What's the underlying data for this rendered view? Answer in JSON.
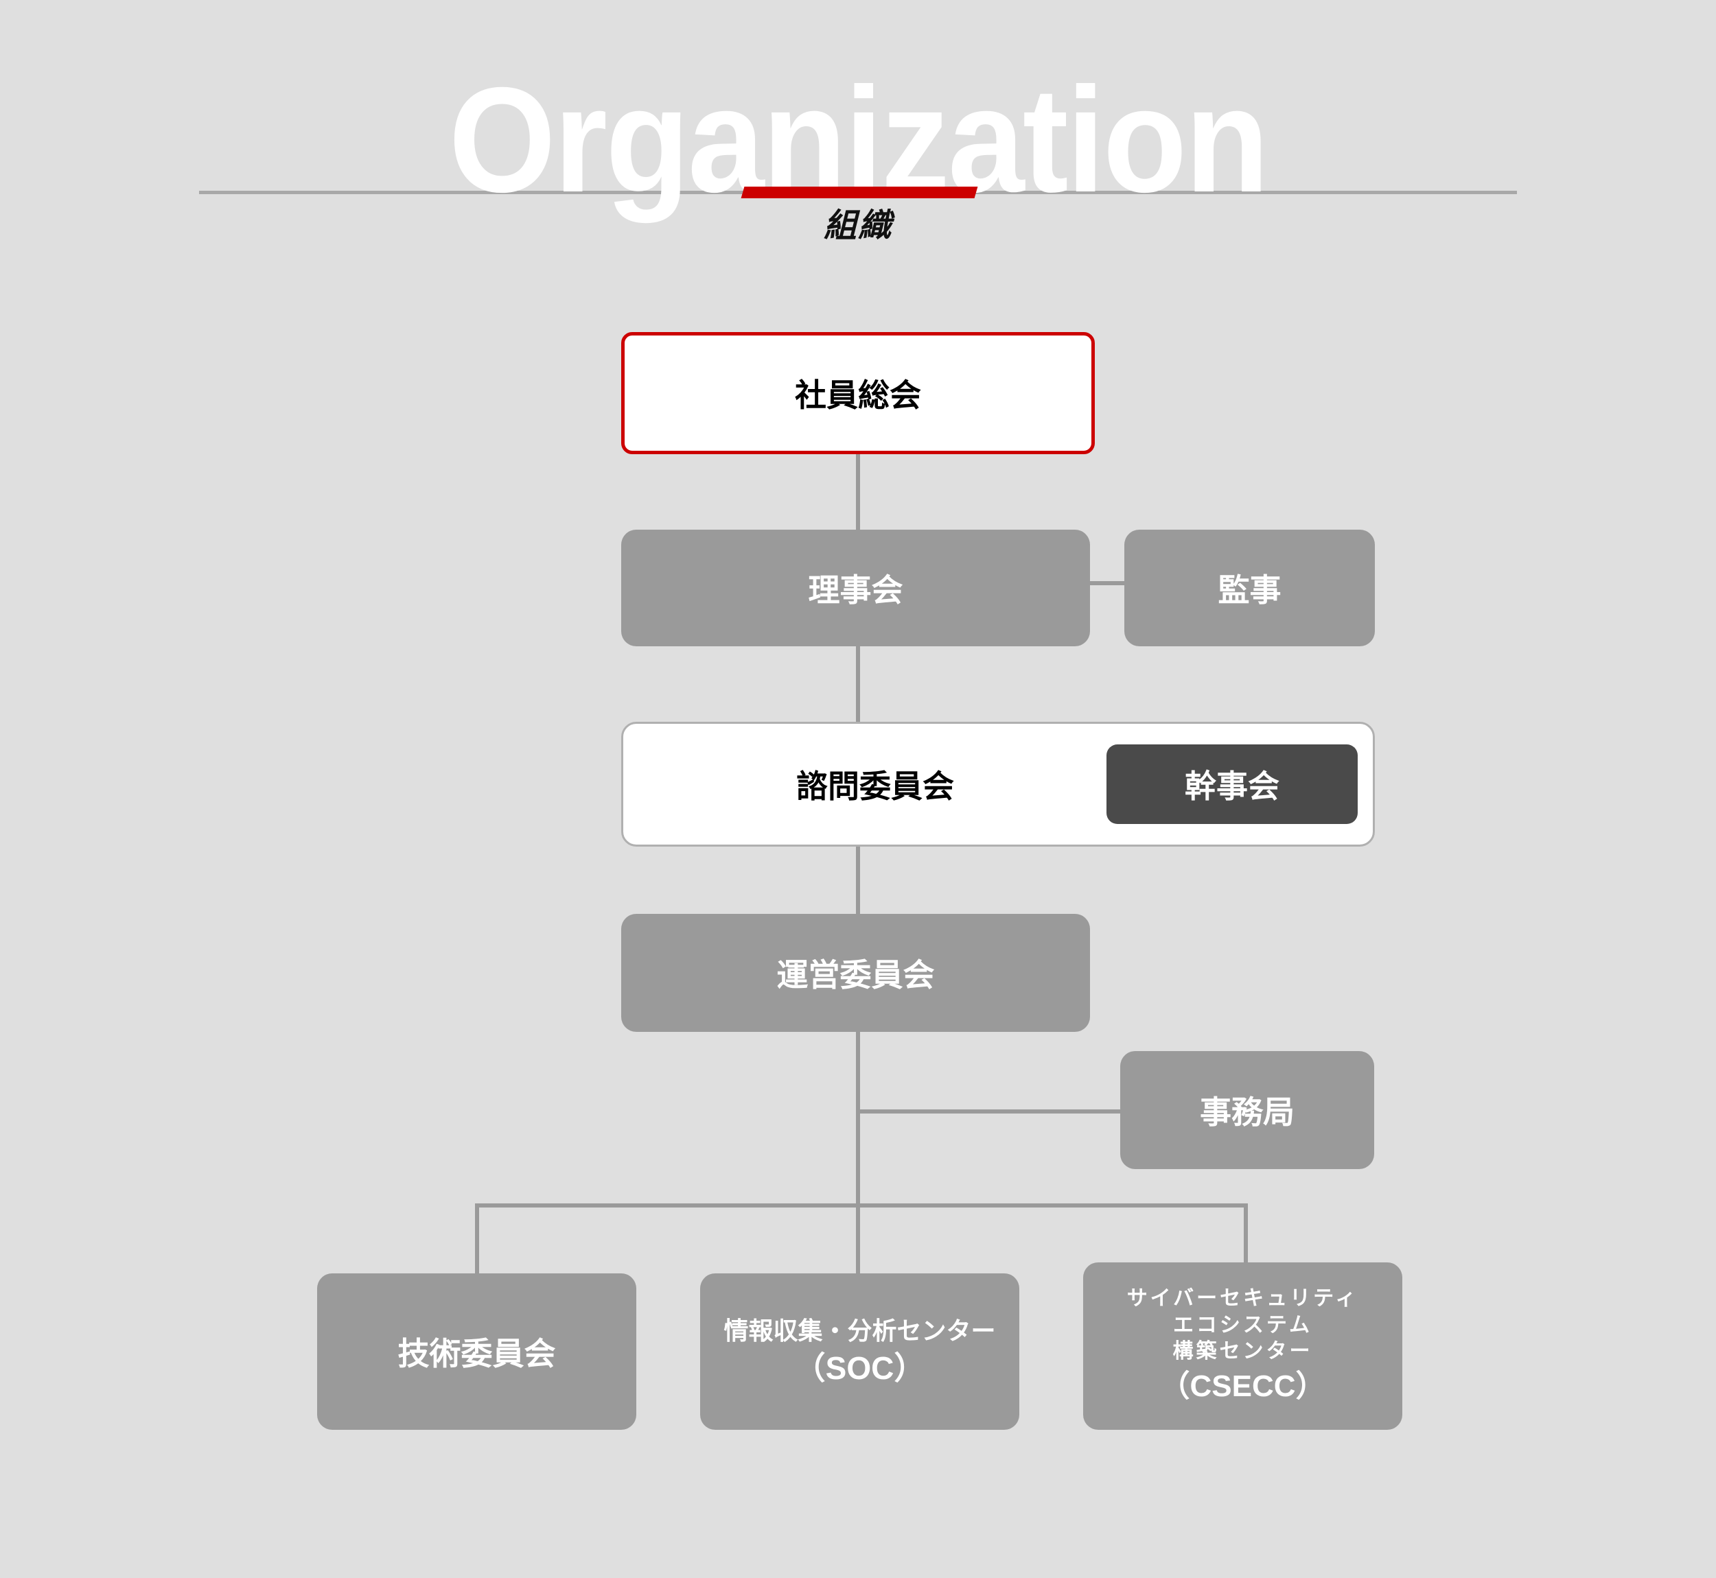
{
  "header": {
    "title": "Organization",
    "subtitle": "組織",
    "accent_color": "#cc0000",
    "rule_color": "#a8a8a8",
    "title_color": "#ffffff"
  },
  "palette": {
    "background": "#dfdfdf",
    "node_gray": "#9a9a9a",
    "node_dark": "#4a4a4a",
    "connector": "#9a9a9a",
    "accent_red": "#cc0000",
    "panel_border": "#b0b0b0"
  },
  "chart_data": {
    "type": "diagram",
    "title": "Organization",
    "subtitle": "組織",
    "nodes": [
      {
        "id": "general-assembly",
        "label": "社員総会",
        "style": "white-red-border",
        "level": 0
      },
      {
        "id": "board-of-directors",
        "label": "理事会",
        "style": "gray",
        "level": 1
      },
      {
        "id": "auditor",
        "label": "監事",
        "style": "gray",
        "level": 1
      },
      {
        "id": "advisory-committee",
        "label": "諮問委員会",
        "style": "white-panel",
        "level": 2
      },
      {
        "id": "steering-board",
        "label": "幹事会",
        "style": "dark",
        "level": 2
      },
      {
        "id": "operating-committee",
        "label": "運営委員会",
        "style": "gray",
        "level": 3
      },
      {
        "id": "secretariat",
        "label": "事務局",
        "style": "gray",
        "level": 4
      },
      {
        "id": "technical-committee",
        "label": "技術委員会",
        "style": "gray",
        "level": 5
      },
      {
        "id": "soc",
        "label": "情報収集・分析センター（SOC）",
        "style": "gray",
        "level": 5
      },
      {
        "id": "csecc",
        "label": "サイバーセキュリティエコシステム構築センター（CSECC）",
        "style": "gray",
        "level": 5
      }
    ],
    "edges": [
      {
        "from": "general-assembly",
        "to": "board-of-directors"
      },
      {
        "from": "board-of-directors",
        "to": "auditor"
      },
      {
        "from": "board-of-directors",
        "to": "advisory-committee"
      },
      {
        "from": "advisory-committee",
        "to": "operating-committee"
      },
      {
        "from": "operating-committee",
        "to": "secretariat"
      },
      {
        "from": "operating-committee",
        "to": "technical-committee"
      },
      {
        "from": "operating-committee",
        "to": "soc"
      },
      {
        "from": "operating-committee",
        "to": "csecc"
      }
    ]
  },
  "nodes": {
    "general_assembly": {
      "label": "社員総会"
    },
    "board_of_directors": {
      "label": "理事会"
    },
    "auditor": {
      "label": "監事"
    },
    "advisory_committee": {
      "label": "諮問委員会"
    },
    "steering_board": {
      "label": "幹事会"
    },
    "operating_committee": {
      "label": "運営委員会"
    },
    "secretariat": {
      "label": "事務局"
    },
    "technical_committee": {
      "label": "技術委員会"
    },
    "soc": {
      "line1": "情報収集・分析センター",
      "line2": "（SOC）"
    },
    "csecc": {
      "line1": "サイバーセキュリティ",
      "line2": "エコシステム",
      "line3": "構築センター",
      "line4": "（CSECC）"
    }
  }
}
